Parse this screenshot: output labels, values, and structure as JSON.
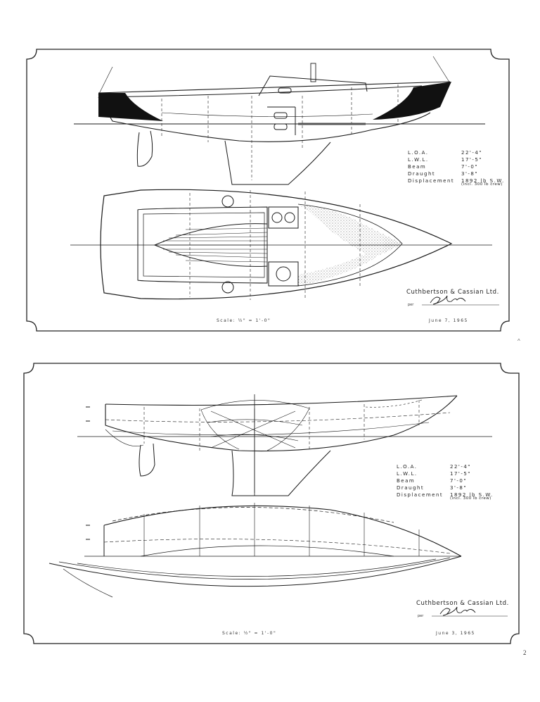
{
  "sheets": [
    {
      "specs": [
        {
          "label": "L.O.A.",
          "value": "22'-4\""
        },
        {
          "label": "L.W.L.",
          "value": "17'-5\""
        },
        {
          "label": "Beam",
          "value": "7'-0\""
        },
        {
          "label": "Draught",
          "value": "3'-8\""
        },
        {
          "label": "Displacement",
          "value": "1892 lb S.W."
        }
      ],
      "displacement_note": "(incl. 300 lb crew)",
      "firm": "Cuthbertson & Cassian Ltd.",
      "per_label": "per",
      "signature": "G.H.C.",
      "scale": "Scale: ½\" = 1'-0\"",
      "date": "June 7, 1965"
    },
    {
      "specs": [
        {
          "label": "L.O.A.",
          "value": "22'-4\""
        },
        {
          "label": "L.W.L.",
          "value": "17'-5\""
        },
        {
          "label": "Beam",
          "value": "7'-0\""
        },
        {
          "label": "Draught",
          "value": "3'-8\""
        },
        {
          "label": "Displacement",
          "value": "1892 lb S.W."
        }
      ],
      "displacement_note": "(incl. 300 lb crew)",
      "firm": "Cuthbertson & Cassian Ltd.",
      "per_label": "per",
      "signature": "G.H.C.",
      "scale": "Scale: ½\" = 1'-0\"",
      "date": "June 3, 1965"
    }
  ],
  "page_number": "2",
  "stray_mark": "^",
  "colors": {
    "ink": "#1a1a1a",
    "paper": "#ffffff",
    "frame": "#222222"
  }
}
